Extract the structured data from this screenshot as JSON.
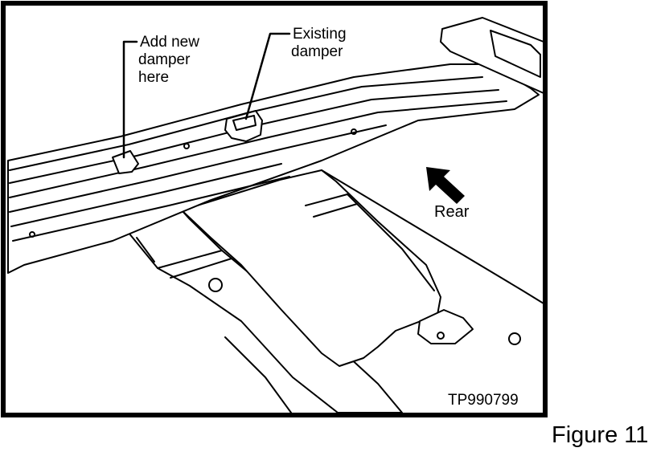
{
  "labels": {
    "add_damper_line1": "Add new",
    "add_damper_line2": "damper",
    "add_damper_line3": "here",
    "existing_damper_line1": "Existing",
    "existing_damper_line2": "damper",
    "rear": "Rear",
    "part_code": "TP990799"
  },
  "caption": "Figure 11",
  "colors": {
    "ink": "#000000",
    "paper": "#ffffff"
  }
}
